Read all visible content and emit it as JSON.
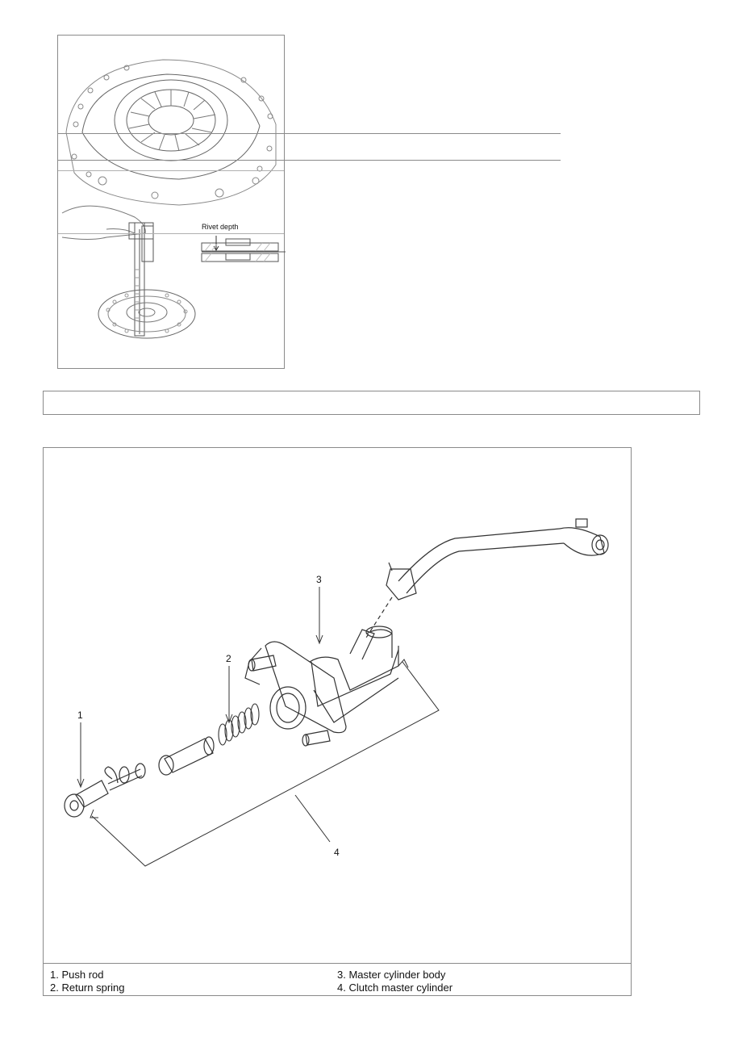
{
  "figure1": {
    "rivet_label": "Rivet depth"
  },
  "figure2": {
    "callouts": [
      "1",
      "2",
      "3",
      "4"
    ]
  },
  "legend": {
    "items": [
      {
        "num": "1.",
        "text": "Push rod"
      },
      {
        "num": "2.",
        "text": "Return spring"
      },
      {
        "num": "3.",
        "text": "Master cylinder body"
      },
      {
        "num": "4.",
        "text": "Clutch master cylinder"
      }
    ]
  }
}
